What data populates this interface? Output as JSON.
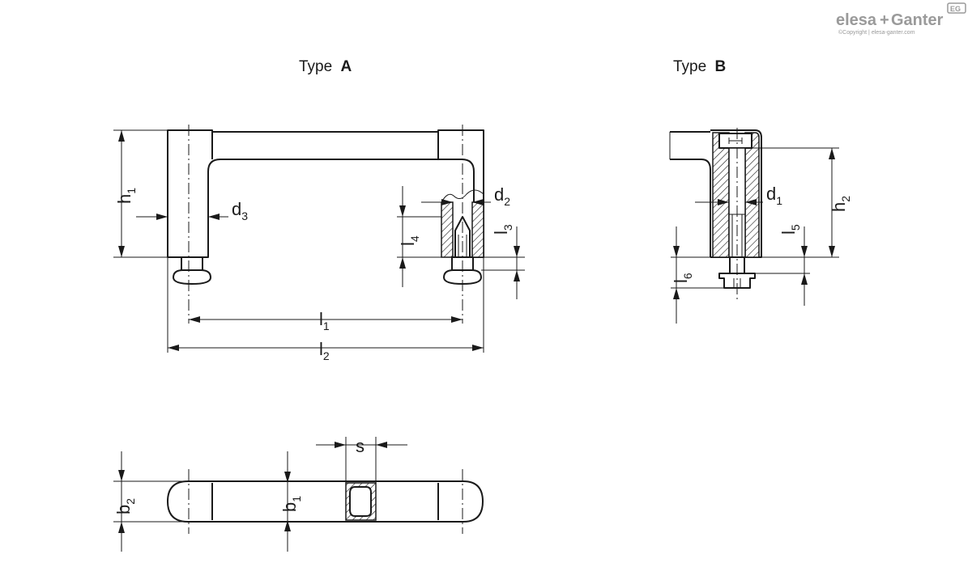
{
  "logo": {
    "brand_a": "elesa",
    "plus": "+",
    "brand_b": "Ganter",
    "badge": "EG",
    "copyright": "©Copyright | elesa-ganter.com",
    "color": "#9a9a9a"
  },
  "views": {
    "type_a": {
      "prefix": "Type",
      "letter": "A"
    },
    "type_b": {
      "prefix": "Type",
      "letter": "B"
    }
  },
  "dimensions": {
    "h1": {
      "base": "h",
      "sub": "1"
    },
    "d3": {
      "base": "d",
      "sub": "3"
    },
    "d2": {
      "base": "d",
      "sub": "2"
    },
    "l4": {
      "base": "l",
      "sub": "4"
    },
    "l3": {
      "base": "l",
      "sub": "3"
    },
    "l1": {
      "base": "l",
      "sub": "1"
    },
    "l2": {
      "base": "l",
      "sub": "2"
    },
    "d1": {
      "base": "d",
      "sub": "1"
    },
    "h2": {
      "base": "h",
      "sub": "2"
    },
    "l5": {
      "base": "l",
      "sub": "5"
    },
    "l6": {
      "base": "l",
      "sub": "6"
    },
    "b2": {
      "base": "b",
      "sub": "2"
    },
    "b1": {
      "base": "b",
      "sub": "1"
    },
    "s": {
      "base": "s",
      "sub": ""
    }
  },
  "colors": {
    "line": "#1a1a1a",
    "background": "#ffffff"
  }
}
